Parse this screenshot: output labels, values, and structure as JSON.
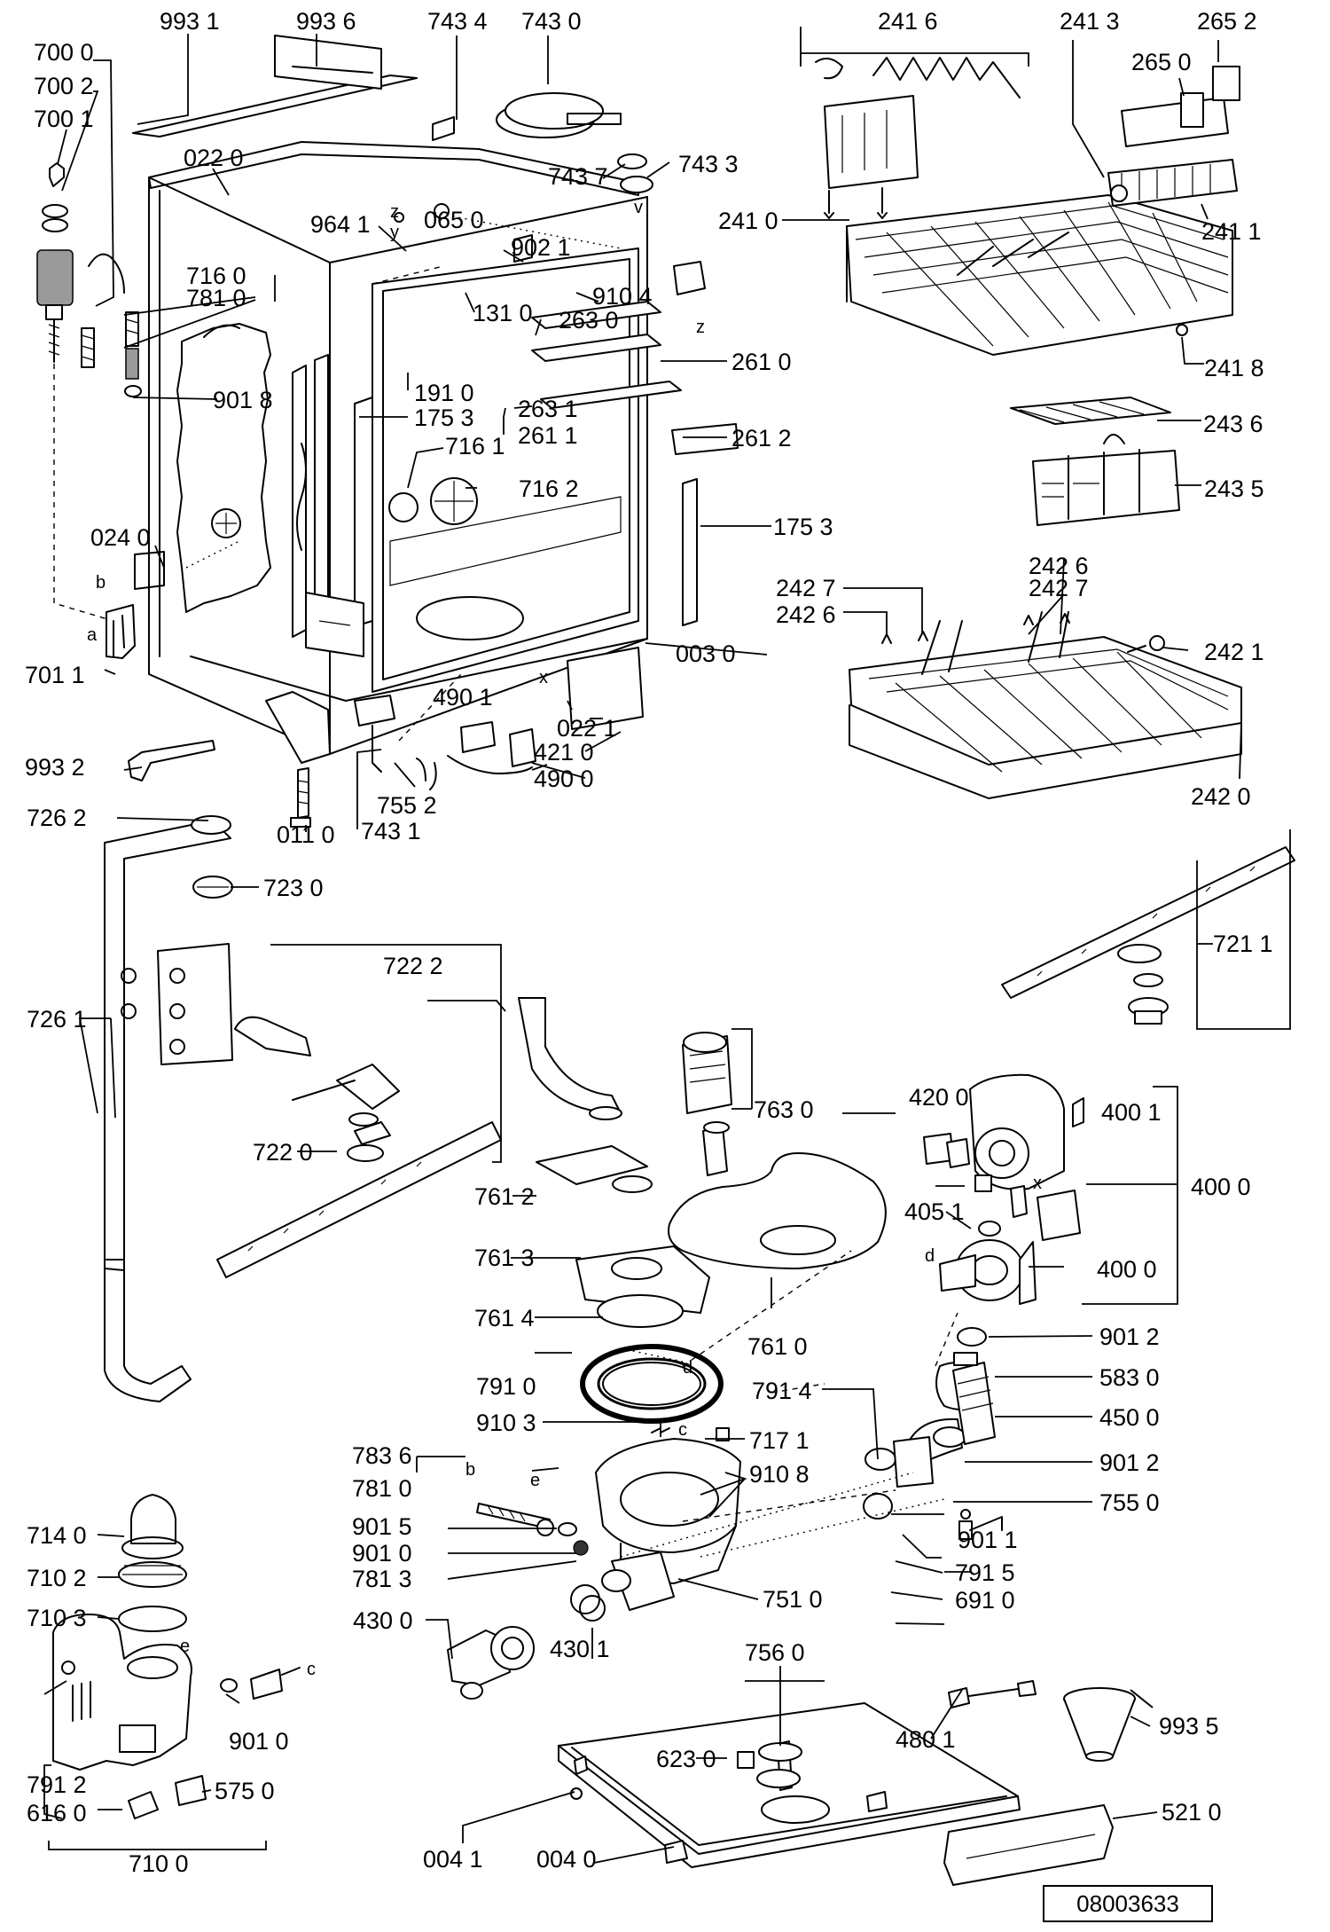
{
  "reference_number": "08003633",
  "callouts": [
    "993 1",
    "993 6",
    "743 4",
    "743 0",
    "700 0",
    "700 2",
    "700 1",
    "022 0",
    "743 7",
    "743 3",
    "065 0",
    "964 1",
    "902 1",
    "910 4",
    "716 0",
    "781 0",
    "131 0",
    "263 0",
    "261 0",
    "191 0",
    "175 3",
    "263 1",
    "261 1",
    "261 2",
    "901 8",
    "716 1",
    "716 2",
    "024 0",
    "175 3",
    "003 0",
    "701 1",
    "490 1",
    "022 1",
    "421 0",
    "993 2",
    "490 0",
    "755 2",
    "726 2",
    "011 0",
    "743 1",
    "723 0",
    "241 6",
    "241 3",
    "265 2",
    "265 0",
    "241 0",
    "241 1",
    "241 8",
    "243 6",
    "243 5",
    "242 6",
    "242 7",
    "242 7",
    "242 6",
    "242 1",
    "242 0",
    "721 1",
    "722 2",
    "726 1",
    "722 0",
    "763 0",
    "761 2",
    "761 3",
    "761 4",
    "761 0",
    "420 0",
    "400 1",
    "405 1",
    "400 0",
    "400 0",
    "901 2",
    "583 0",
    "450 0",
    "901 2",
    "791 0",
    "791 4",
    "910 3",
    "717 1",
    "783 6",
    "910 8",
    "781 0",
    "755 0",
    "901 5",
    "901 1",
    "901 0",
    "781 3",
    "791 5",
    "751 0",
    "691 0",
    "430 0",
    "430 1",
    "714 0",
    "710 2",
    "710 3",
    "901 0",
    "791 2",
    "575 0",
    "616 0",
    "710 0",
    "756 0",
    "480 1",
    "623 0",
    "993 5",
    "004 1",
    "004 0",
    "521 0"
  ],
  "letters": [
    "z",
    "y",
    "v",
    "z",
    "a",
    "b",
    "x",
    "c",
    "e",
    "b",
    "e",
    "c",
    "d",
    "x",
    "d"
  ]
}
